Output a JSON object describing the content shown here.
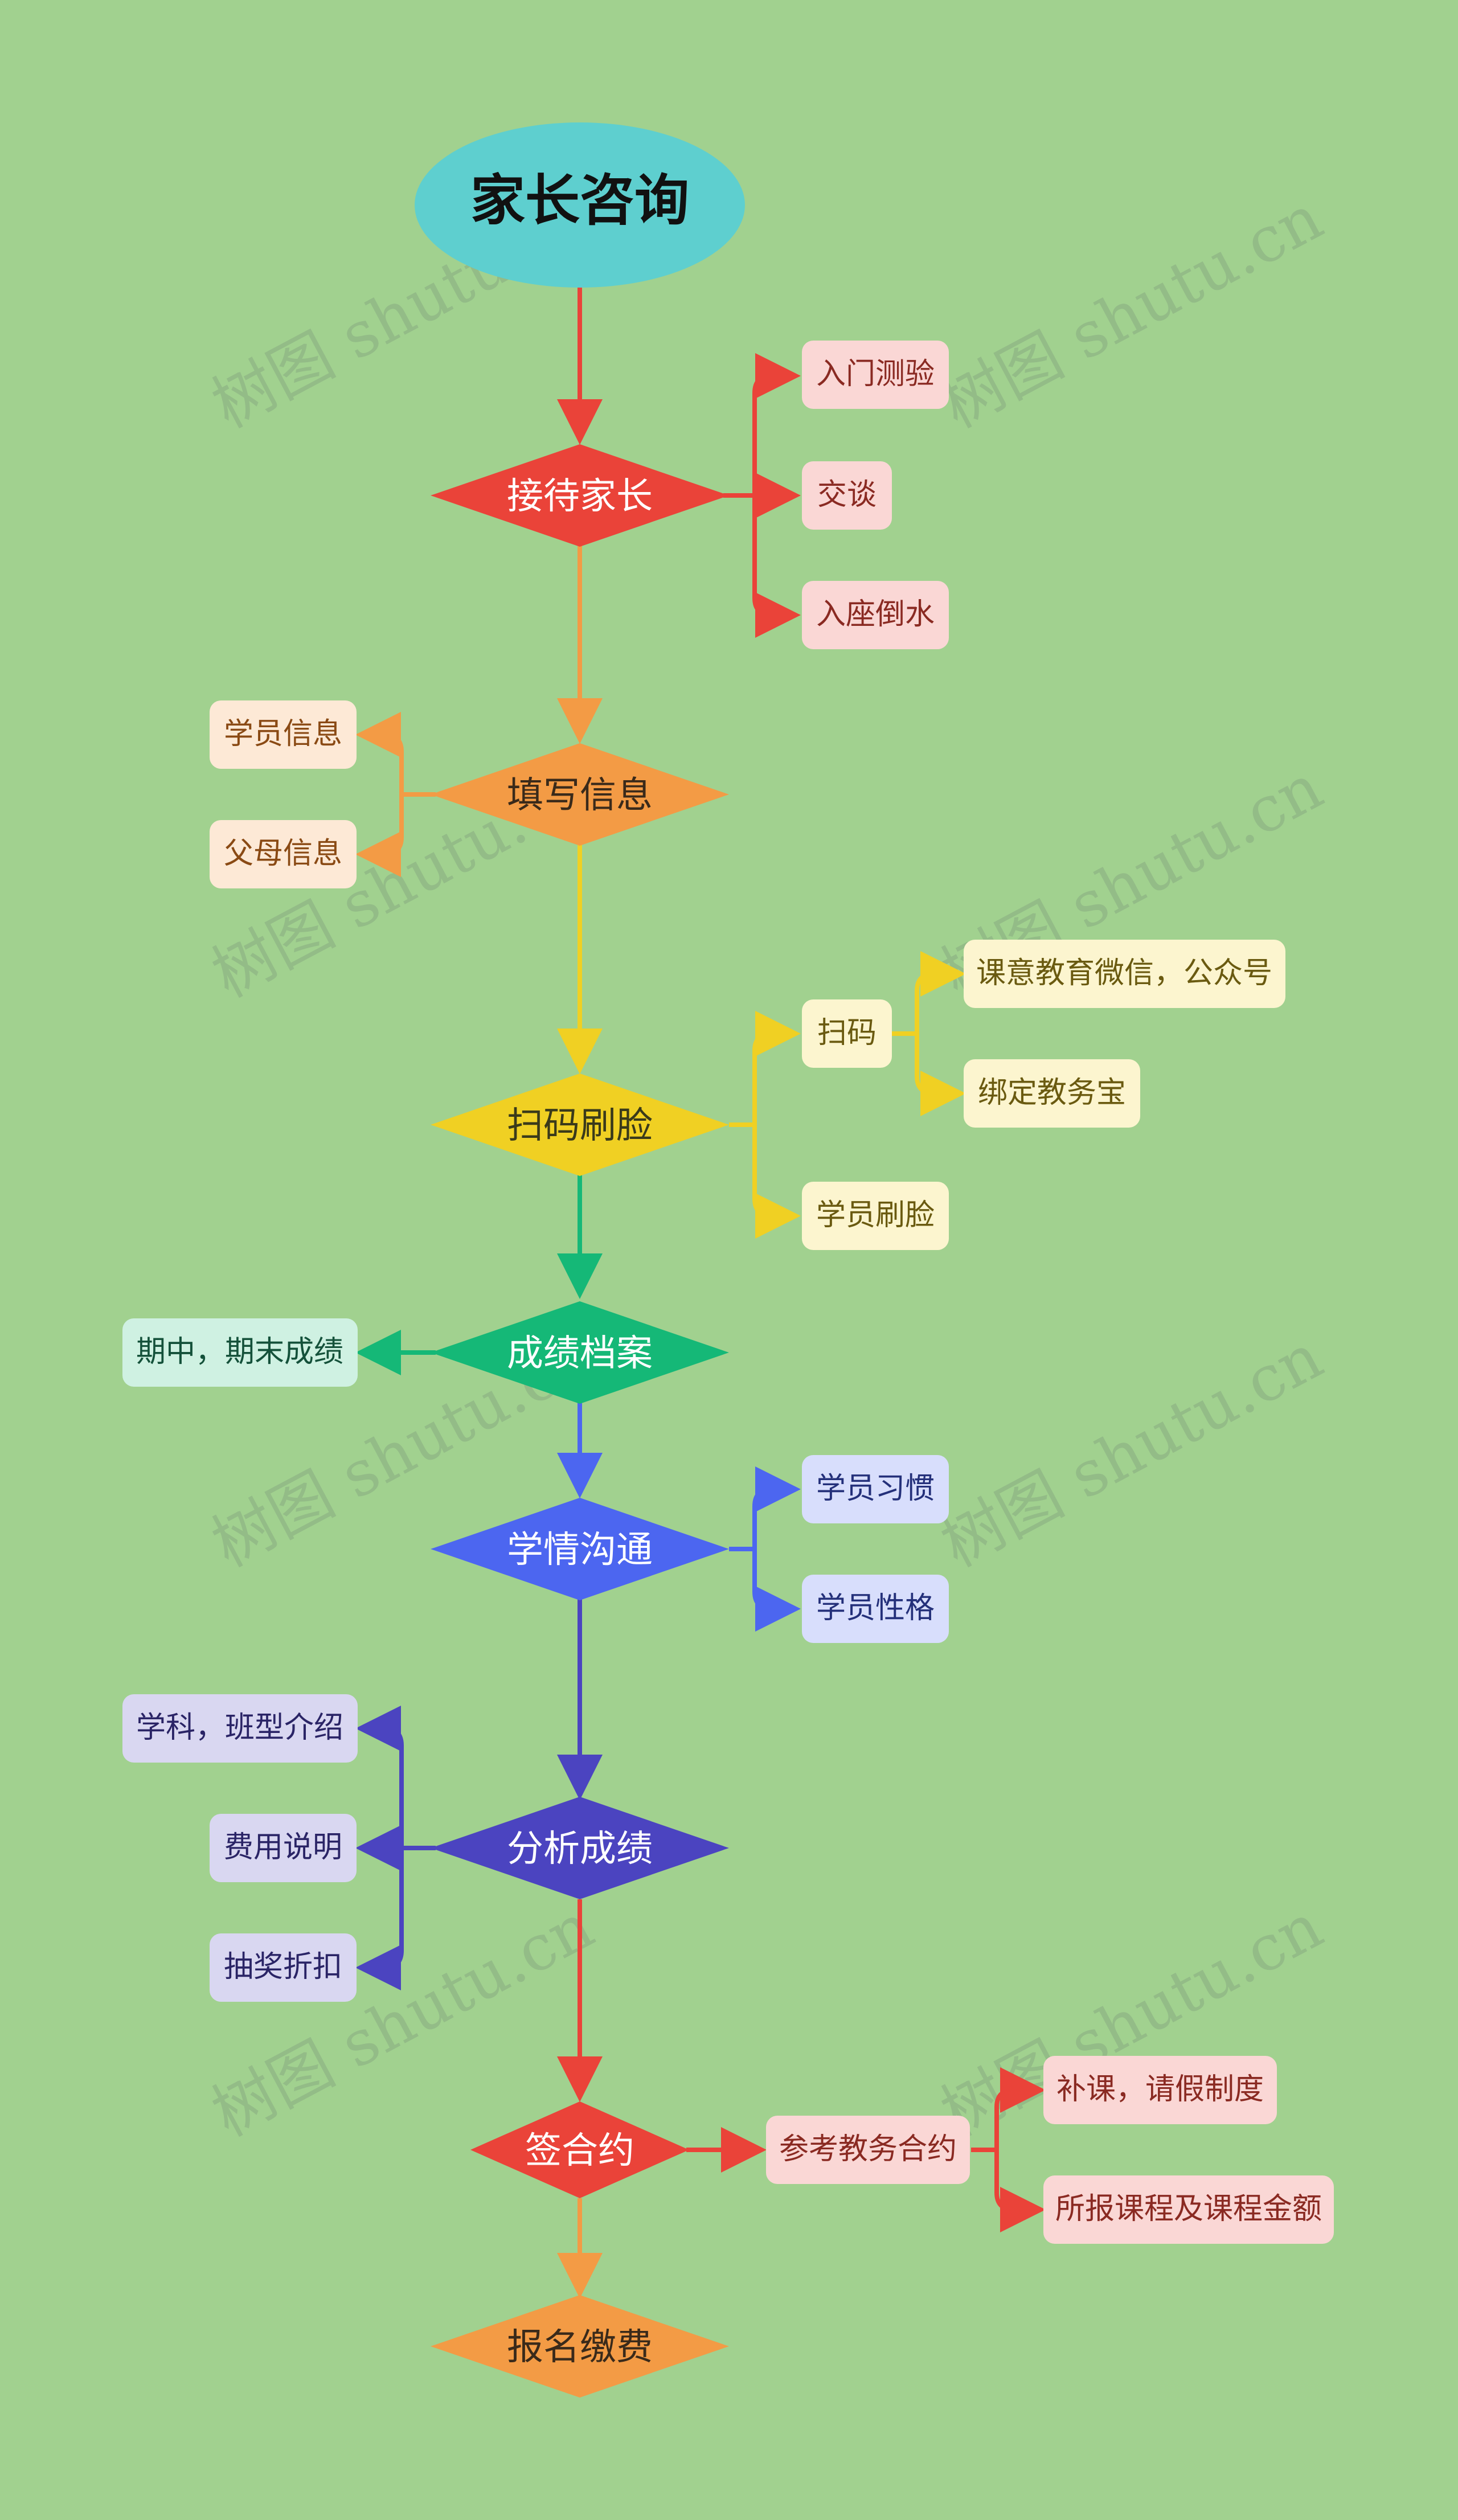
{
  "watermark": "树图 shutu.cn",
  "start": {
    "label": "家长咨询"
  },
  "steps": [
    {
      "label": "接待家长",
      "children": [
        "入门测验",
        "交谈",
        "入座倒水"
      ]
    },
    {
      "label": "填写信息",
      "children": [
        "学员信息",
        "父母信息"
      ]
    },
    {
      "label": "扫码刷脸",
      "children": [
        "扫码",
        "学员刷脸"
      ],
      "sub": [
        "课意教育微信，公众号",
        "绑定教务宝"
      ]
    },
    {
      "label": "成绩档案",
      "children": [
        "期中，期末成绩"
      ]
    },
    {
      "label": "学情沟通",
      "children": [
        "学员习惯",
        "学员性格"
      ]
    },
    {
      "label": "分析成绩",
      "children": [
        "学科，班型介绍",
        "费用说明",
        "抽奖折扣"
      ]
    },
    {
      "label": "签合约",
      "children": [
        "参考教务合约"
      ],
      "sub": [
        "补课，请假制度",
        "所报课程及课程金额"
      ]
    },
    {
      "label": "报名缴费",
      "children": []
    }
  ],
  "colors": {
    "background": "#a1d18f",
    "start": "#5ecfcf",
    "red": "#ea4339",
    "orange": "#f39b45",
    "yellow": "#f0d023",
    "green": "#15b877",
    "blue": "#4c66f0",
    "indigo": "#4b44c0",
    "red_box": "#fad7d5",
    "orange_box": "#fde9d6",
    "yellow_box": "#fcf5cf",
    "green_box": "#cff1e2",
    "blue_box": "#d8defc",
    "indigo_box": "#d9d7f1"
  }
}
